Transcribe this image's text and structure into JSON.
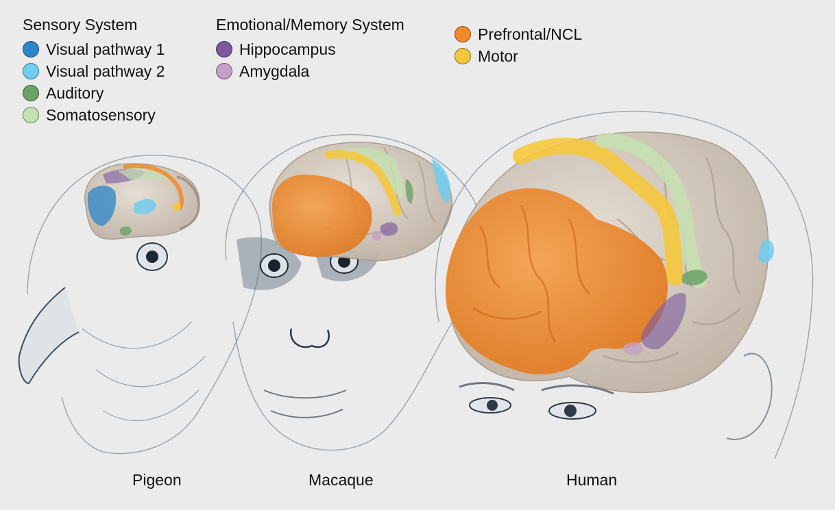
{
  "legend": {
    "sensory": {
      "heading": "Sensory System",
      "items": [
        {
          "label": "Visual pathway 1",
          "color": "#2a86c8"
        },
        {
          "label": "Visual pathway 2",
          "color": "#6fcdf0"
        },
        {
          "label": "Auditory",
          "color": "#6aa368"
        },
        {
          "label": "Somatosensory",
          "color": "#c6e1b0"
        }
      ]
    },
    "emotional": {
      "heading": "Emotional/Memory System",
      "items": [
        {
          "label": "Hippocampus",
          "color": "#7b5aa0"
        },
        {
          "label": "Amygdala",
          "color": "#c3a0c4"
        }
      ]
    },
    "other": {
      "items": [
        {
          "label": "Prefrontal/NCL",
          "color": "#f08a2a"
        },
        {
          "label": "Motor",
          "color": "#f6c73a"
        }
      ]
    }
  },
  "captions": {
    "pigeon": "Pigeon",
    "macaque": "Macaque",
    "human": "Human"
  },
  "colors": {
    "brain": "#d9cfc4",
    "brain_shadow": "#b9ab9c",
    "sketch": "#4a5a6a"
  }
}
